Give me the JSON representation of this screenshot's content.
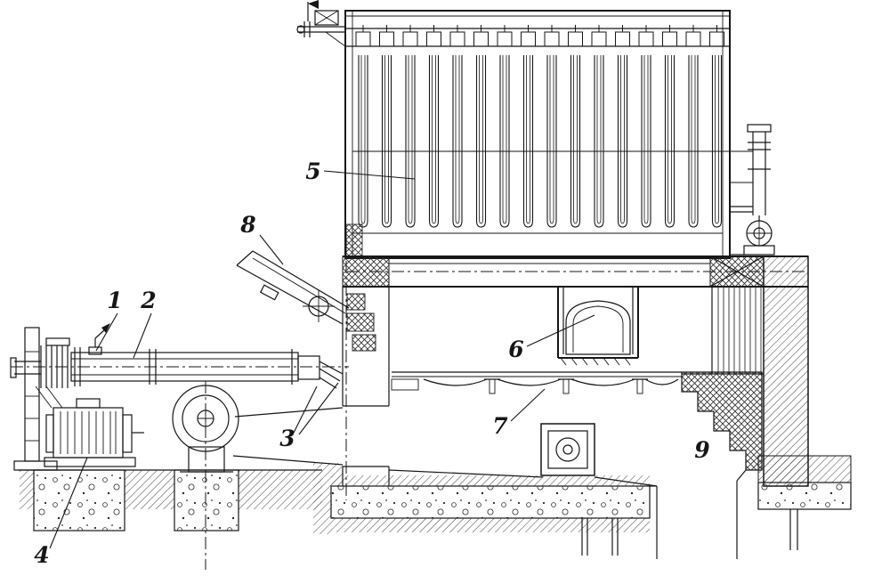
{
  "figure": {
    "type": "technical-sectional-drawing",
    "colors": {
      "ink": "#161616",
      "paper": "#ffffff"
    },
    "callouts": [
      {
        "text": "1"
      },
      {
        "text": "2"
      },
      {
        "text": "3"
      },
      {
        "text": "4"
      },
      {
        "text": "5"
      },
      {
        "text": "6"
      },
      {
        "text": "7"
      },
      {
        "text": "8"
      },
      {
        "text": "9"
      }
    ]
  }
}
